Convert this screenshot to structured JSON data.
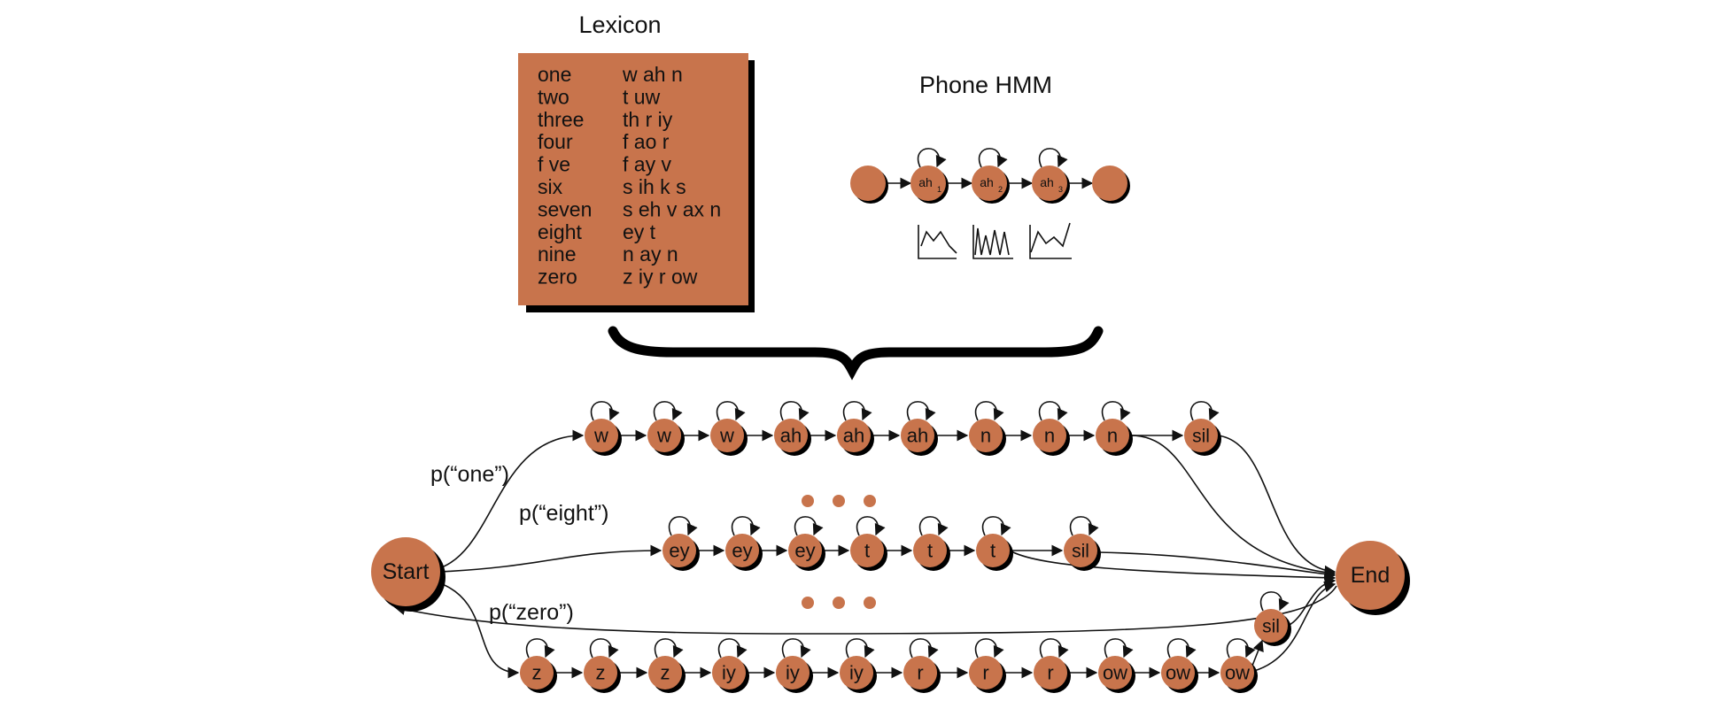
{
  "lexicon": {
    "title": "Lexicon",
    "entries": [
      {
        "word": "one",
        "pron": "w ah n"
      },
      {
        "word": "two",
        "pron": "t uw"
      },
      {
        "word": "three",
        "pron": "th r iy"
      },
      {
        "word": "four",
        "pron": "f ao r"
      },
      {
        "word": "f ve",
        "pron": "f ay v"
      },
      {
        "word": "six",
        "pron": "s ih k s"
      },
      {
        "word": "seven",
        "pron": "s eh v ax n"
      },
      {
        "word": "eight",
        "pron": "ey t"
      },
      {
        "word": "nine",
        "pron": "n ay n"
      },
      {
        "word": "zero",
        "pron": "z iy r ow"
      }
    ]
  },
  "phone_hmm": {
    "title": "Phone HMM",
    "states": [
      "ah",
      "ah",
      "ah"
    ],
    "subscripts": [
      "1",
      "2",
      "3"
    ]
  },
  "network": {
    "start_label": "Start",
    "end_label": "End",
    "prob_labels": {
      "one": "p(“one”)",
      "eight": "p(“eight”)",
      "zero": "p(“zero”)"
    },
    "row_one": [
      "w",
      "w",
      "w",
      "ah",
      "ah",
      "ah",
      "n",
      "n",
      "n"
    ],
    "row_one_sil": "sil",
    "row_eight": [
      "ey",
      "ey",
      "ey",
      "t",
      "t",
      "t"
    ],
    "row_eight_sil": "sil",
    "row_zero": [
      "z",
      "z",
      "z",
      "iy",
      "iy",
      "iy",
      "r",
      "r",
      "r",
      "ow",
      "ow",
      "ow"
    ],
    "row_zero_sil": "sil"
  },
  "colors": {
    "node_fill": "#c8744c",
    "shadow": "#000000",
    "lexicon_box": "#c8744c"
  }
}
